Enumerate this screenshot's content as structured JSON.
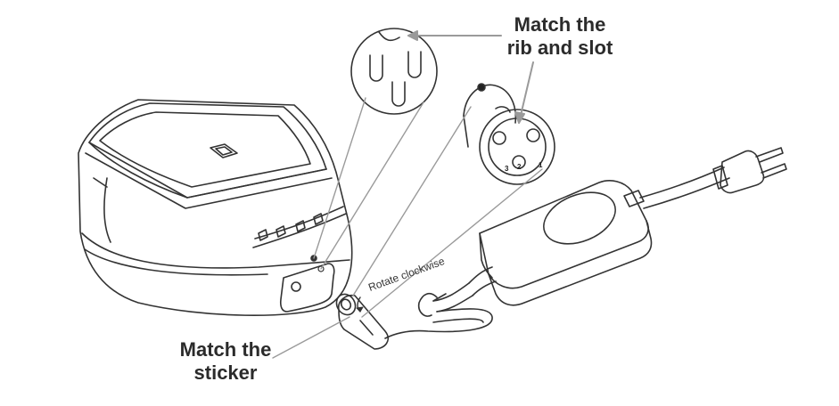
{
  "callouts": {
    "rib_slot_line1": "Match the",
    "rib_slot_line2": "rib and slot",
    "sticker_line1": "Match the",
    "sticker_line2": "sticker",
    "rotate": "Rotate clockwise"
  },
  "pin_numbers": [
    "1",
    "2",
    "3"
  ],
  "colors": {
    "line": "#333333",
    "pointer": "#999999",
    "text": "#2b2b2b"
  }
}
